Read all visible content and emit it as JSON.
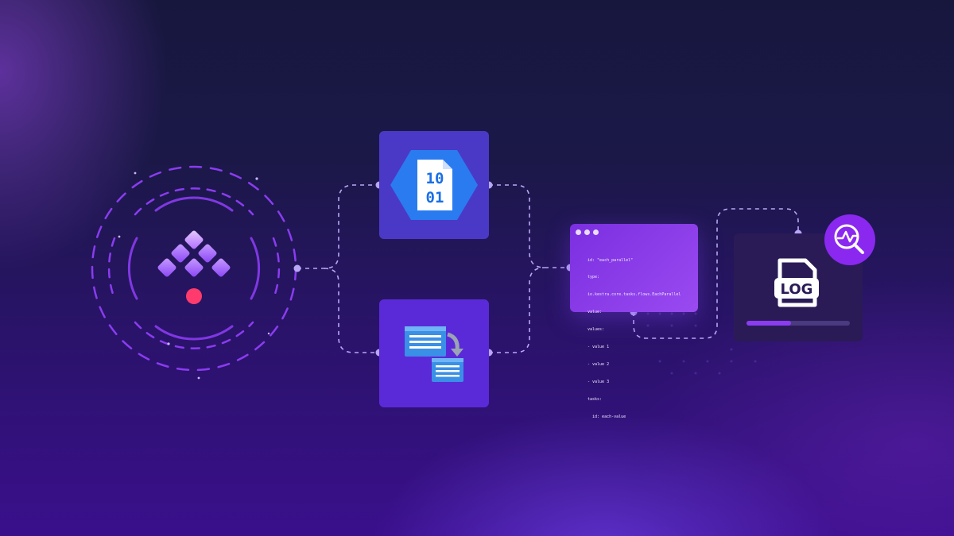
{
  "storage_icon": {
    "icon": "binary-file-hexagon-icon",
    "digits_top": "10",
    "digits_bottom": "01",
    "hex_color": "#2a7bf0"
  },
  "queue_icon": {
    "icon": "queue-transfer-icon",
    "color": "#2d8fe0"
  },
  "code_window": {
    "lines": [
      "id: \"each_parallel\"",
      "type:",
      "io.kestra.core.tasks.flows.EachParallel",
      "value:",
      "values:",
      "- value 1",
      "- value 2",
      "- value 3",
      "tasks:",
      "  id: each-value"
    ]
  },
  "log_panel": {
    "label": "LOG",
    "progress_fraction": 0.43
  },
  "monitor_icon": "magnifier-chart-icon",
  "logo": "kestra-logo-icon",
  "colors": {
    "accent": "#8a28f0",
    "connector": "#b9a6f5",
    "logo_dot": "#ff3b6e"
  }
}
